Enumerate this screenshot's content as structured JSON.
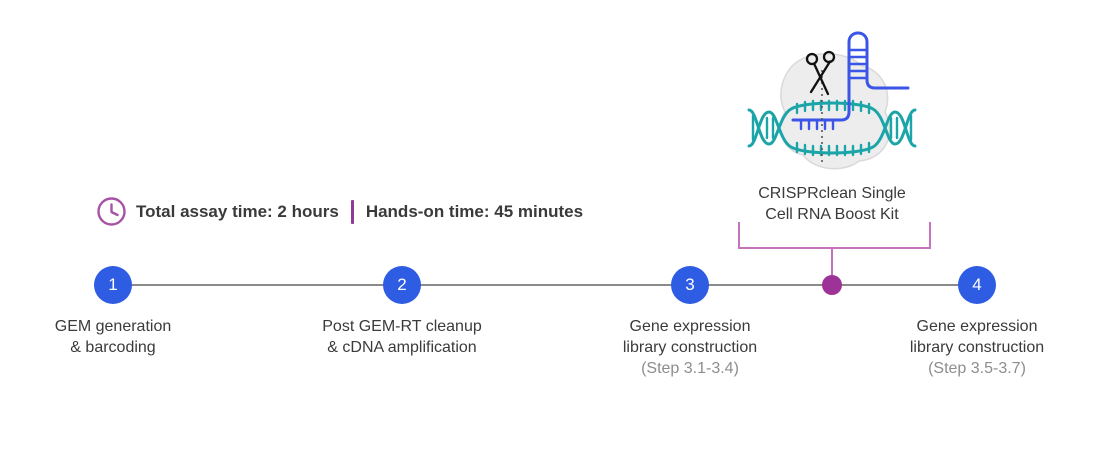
{
  "assay_info": {
    "total_time_label": "Total assay time: 2 hours",
    "hands_on_label": "Hands-on time: 45 minutes"
  },
  "kit_callout": {
    "label_line1": "CRISPRclean Single",
    "label_line2": "Cell RNA Boost Kit",
    "icon": "crispr-dna-scissors-icon"
  },
  "timeline": {
    "steps": [
      {
        "number": "1",
        "label_lines": [
          "GEM generation",
          "& barcoding"
        ],
        "substep": ""
      },
      {
        "number": "2",
        "label_lines": [
          "Post GEM-RT cleanup",
          "& cDNA amplification"
        ],
        "substep": ""
      },
      {
        "number": "3",
        "label_lines": [
          "Gene expression",
          "library construction"
        ],
        "substep": "(Step 3.1-3.4)"
      },
      {
        "number": "4",
        "label_lines": [
          "Gene expression",
          "library construction"
        ],
        "substep": "(Step 3.5-3.7)"
      }
    ]
  },
  "colors": {
    "step_circle_blue": "#2e5ce2",
    "grna_blue": "#3b55e6",
    "dna_teal": "#1ba5a9",
    "callout_dot_purple": "#9e3397",
    "bracket_pink": "#c473bc",
    "clock_purple": "#a653a6",
    "separator_purple": "#8e3a92",
    "text_dark": "#3a3a3a",
    "text_gray": "#8d8d8d",
    "timeline_gray": "#8a8a8a"
  },
  "icons": [
    "clock-icon",
    "scissors-icon",
    "dna-helix-icon",
    "grna-hairpin-icon",
    "protein-blob"
  ]
}
